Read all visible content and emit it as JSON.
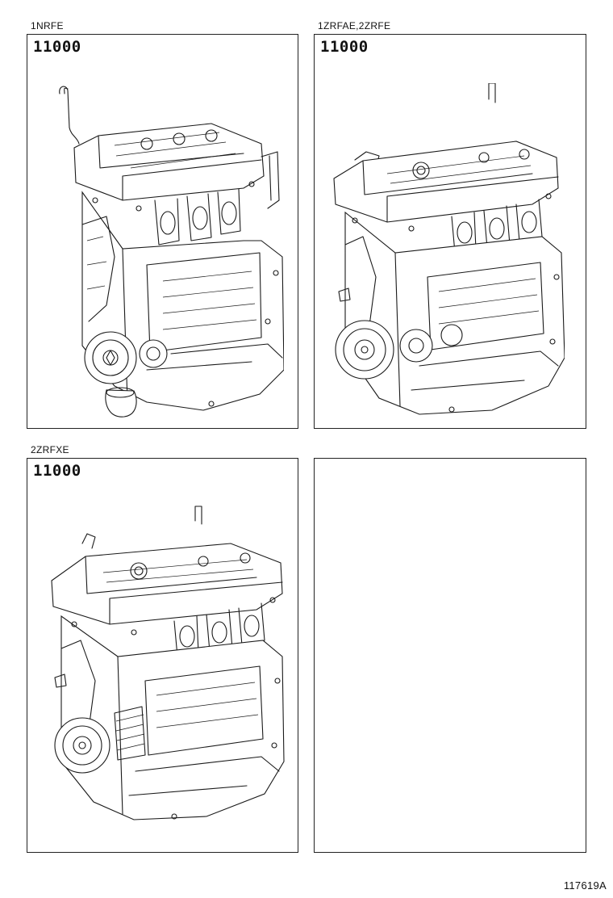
{
  "panels": [
    {
      "caption": "1NRFE",
      "part_number": "11000",
      "illustration": "engine-assembly-1nrfe"
    },
    {
      "caption": "1ZRFAE,2ZRFE",
      "part_number": "11000",
      "illustration": "engine-assembly-1zrfae-2zrfe"
    },
    {
      "caption": "2ZRFXE",
      "part_number": "11000",
      "illustration": "engine-assembly-2zrfxe"
    },
    {
      "caption": "",
      "part_number": "",
      "illustration": ""
    }
  ],
  "figure_number": "117619A"
}
